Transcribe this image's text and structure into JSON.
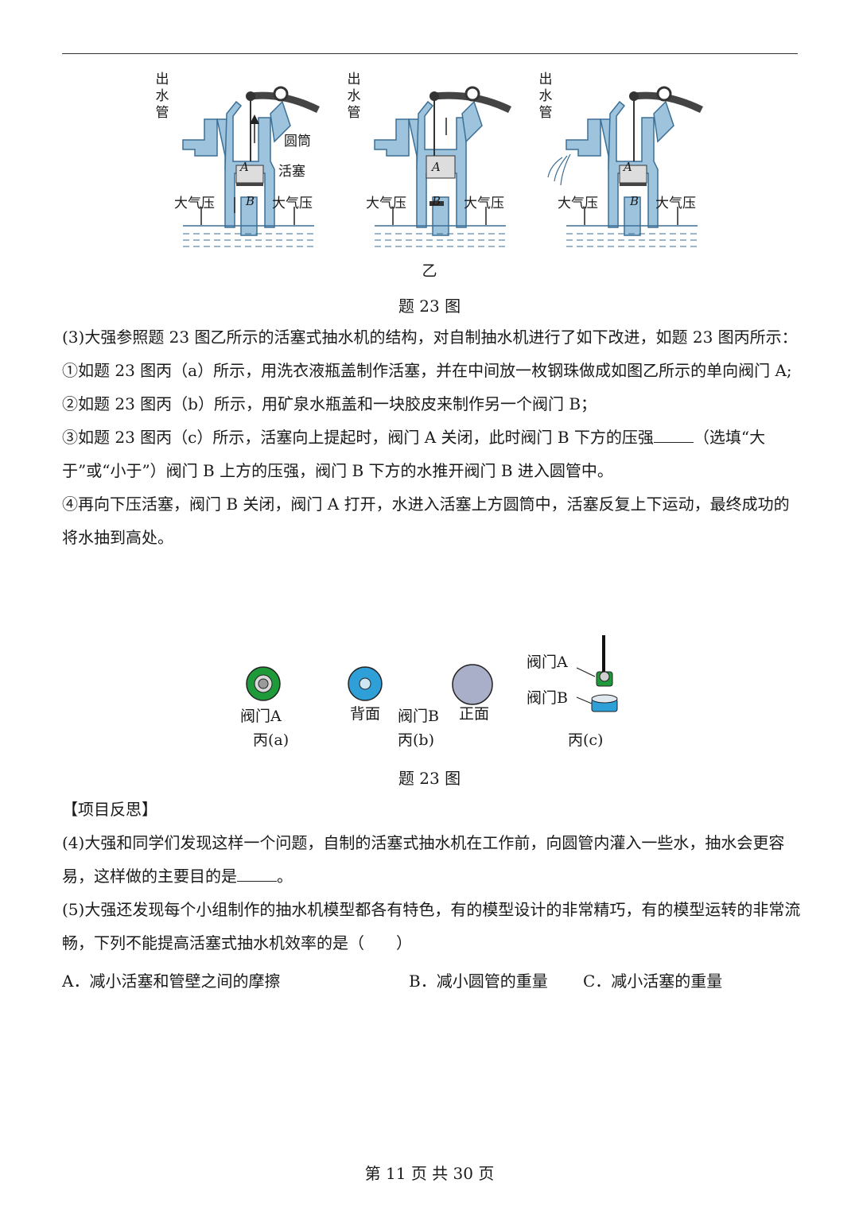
{
  "figure_top": {
    "pump_labels": {
      "outlet_pipe": "出水管",
      "cylinder": "圆筒",
      "piston": "活塞",
      "atm_pressure": "大气压",
      "valve_a": "A",
      "valve_b": "B"
    },
    "sub_caption": "乙",
    "caption": "题 23 图"
  },
  "content": {
    "q3_intro": "(3)大强参照题 23 图乙所示的活塞式抽水机的结构，对自制抽水机进行了如下改进，如题 23 图丙所示：",
    "step1": "①如题 23 图丙（a）所示，用洗衣液瓶盖制作活塞，并在中间放一枚钢珠做成如图乙所示的单向阀门 A;",
    "step2": "②如题 23 图丙（b）所示，用矿泉水瓶盖和一块胶皮来制作另一个阀门 B；",
    "step3_before": "③如题 23 图丙（c）所示，活塞向上提起时，阀门 A 关闭，此时阀门 B 下方的压强",
    "step3_after": "（选填“大于”或“小于”）阀门 B 上方的压强，阀门 B 下方的水推开阀门 B 进入圆管中。",
    "step4": "④再向下压活塞，阀门 B 关闭，阀门 A 打开，水进入活塞上方圆筒中，活塞反复上下运动，最终成功的将水抽到高处。"
  },
  "figure_bottom": {
    "valve_a": "阀门A",
    "back": "背面",
    "valve_b": "阀门B",
    "front": "正面",
    "sub_a": "丙(a)",
    "sub_b": "丙(b)",
    "sub_c": "丙(c)",
    "c_valve_a": "阀门A",
    "c_valve_b": "阀门B",
    "caption": "题 23 图"
  },
  "reflection": {
    "heading": "【项目反思】",
    "q4_before": "(4)大强和同学们发现这样一个问题，自制的活塞式抽水机在工作前，向圆管内灌入一些水，抽水会更容易，这样做的主要目的是",
    "q4_after": "。",
    "q5": "(5)大强还发现每个小组制作的抽水机模型都各有特色，有的模型设计的非常精巧，有的模型运转的非常流畅，下列不能提高活塞式抽水机效率的是（　　）",
    "option_a": "A．减小活塞和管壁之间的摩擦",
    "option_b": "B．减小圆管的重量",
    "option_c": "C．减小活塞的重量"
  },
  "footer": "第 11 页 共 30 页",
  "colors": {
    "pump_blue": "#9ec3dc",
    "pump_stroke": "#3b6f95",
    "handle": "#444444",
    "green": "#1f9a3a",
    "cyan": "#2f9fd8",
    "grey_disc": "#a9afc8"
  }
}
